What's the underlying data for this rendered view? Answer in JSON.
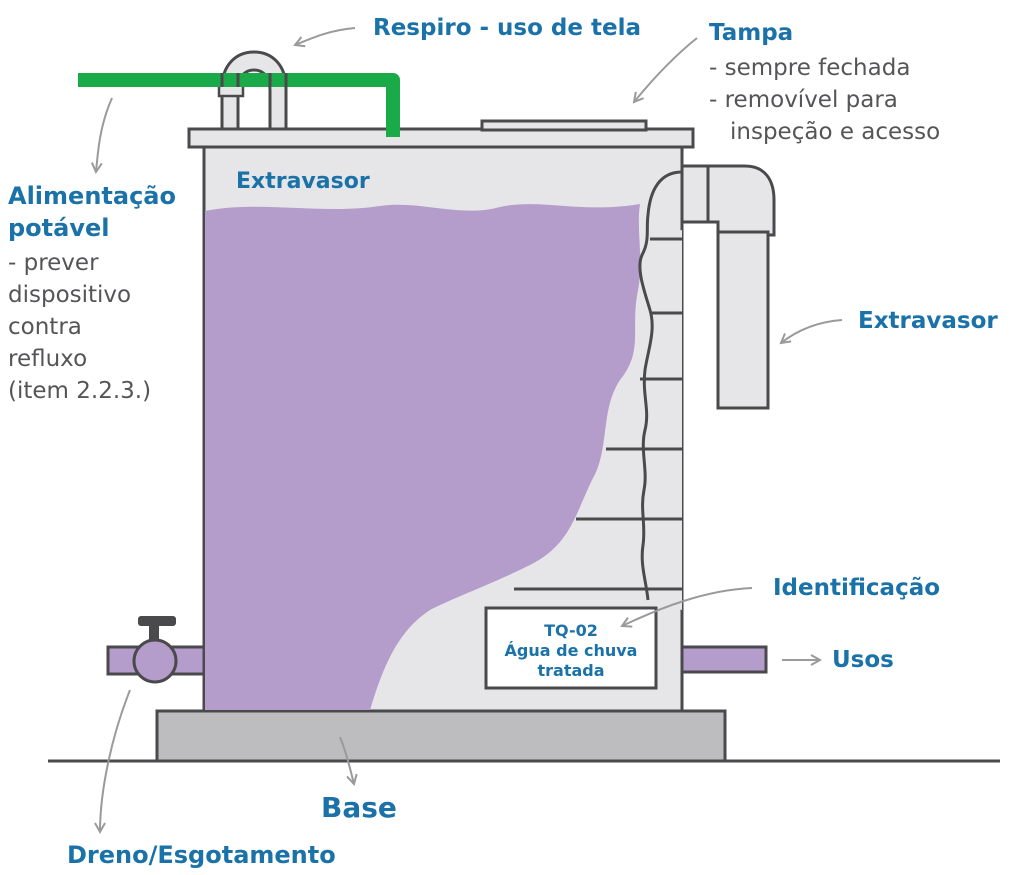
{
  "labels": {
    "respiro": "Respiro - uso de tela",
    "tampa_title": "Tampa",
    "tampa_line1": "- sempre fechada",
    "tampa_line2": "- removível para",
    "tampa_line3": "inspeção e acesso",
    "alim_title1": "Alimentação",
    "alim_title2": "potável",
    "alim_line1": "- prever",
    "alim_line2": "dispositivo",
    "alim_line3": "contra",
    "alim_line4": "refluxo",
    "alim_line5": "(item 2.2.3.)",
    "extravasor_inside": "Extravasor",
    "extravasor_side": "Extravasor",
    "identificacao": "Identificação",
    "usos": "Usos",
    "base": "Base",
    "dreno": "Dreno/Esgotamento"
  },
  "plate": {
    "line1": "TQ-02",
    "line2": "Água de chuva",
    "line3": "tratada"
  },
  "colors": {
    "label_blue": "#1a72a8",
    "water_purple": "#b49ccb",
    "tank_grey": "#e6e6e8",
    "outline": "#4a4a4c",
    "feed_pipe_green": "#1aab48",
    "base_grey": "#bdbdbf"
  }
}
